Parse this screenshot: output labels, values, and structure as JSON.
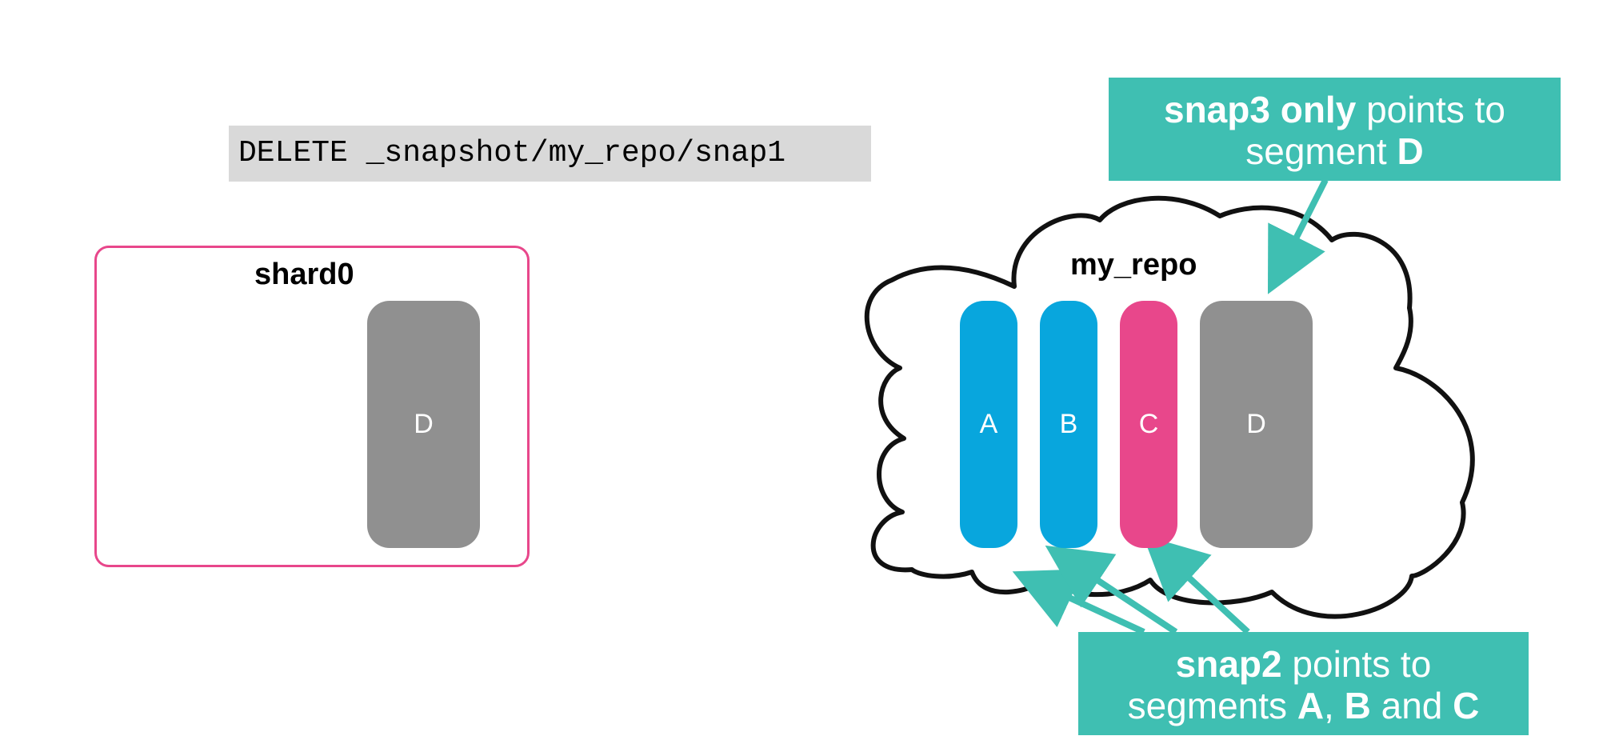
{
  "command": "DELETE _snapshot/my_repo/snap1",
  "shard": {
    "title": "shard0",
    "segment": "D"
  },
  "repo": {
    "title": "my_repo",
    "segments": [
      "A",
      "B",
      "C",
      "D"
    ]
  },
  "callout_top": {
    "bold": "snap3 only",
    "text1": " points to",
    "text2": "segment ",
    "bold2": "D"
  },
  "callout_bottom": {
    "bold": "snap2",
    "text1": " points to",
    "text2": "segments ",
    "a": "A",
    "sep1": ", ",
    "b": "B",
    "sep2": " and ",
    "c": "C"
  },
  "colors": {
    "shard_border": "#e8478b",
    "segment_blue": "#08a6dd",
    "segment_pink": "#e8478b",
    "segment_gray": "#909090",
    "callout": "#3fbfb2",
    "command_bg": "#d9d9d9"
  }
}
